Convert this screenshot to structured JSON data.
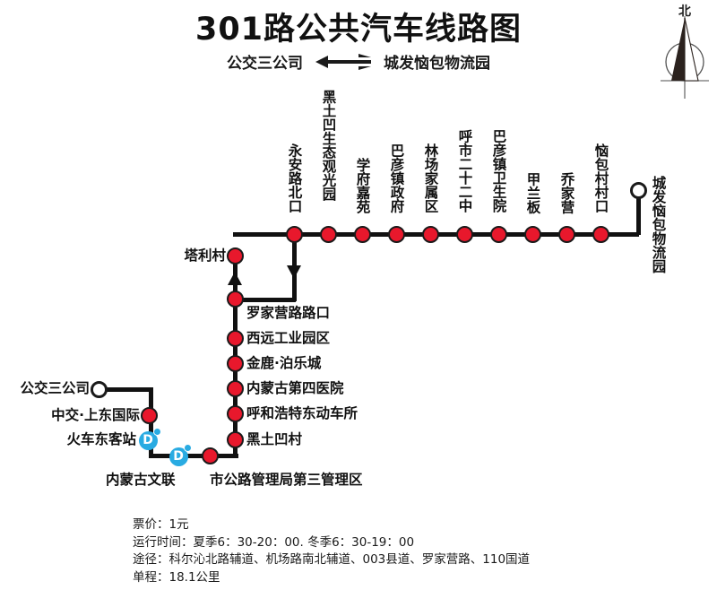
{
  "header": {
    "title": "301路公共汽车线路图",
    "origin": "公交三公司",
    "destination": "城发恼包物流园",
    "arrow_icon": "bidirectional-arrow-icon"
  },
  "compass": {
    "label": "北",
    "icon": "compass-north-icon"
  },
  "terminals": {
    "west": "公交三公司",
    "east": "城发恼包物流园"
  },
  "stops_west_branch": [
    {
      "name": "中交·上东国际",
      "type": "stop"
    },
    {
      "name": "火车东客站",
      "type": "metro-interchange",
      "icon": "metro-d-icon"
    },
    {
      "name": "内蒙古文联",
      "type": "metro-interchange",
      "icon": "metro-d-icon"
    },
    {
      "name": "市公路管理局第三管理区",
      "type": "stop"
    }
  ],
  "stops_vertical": [
    {
      "name": "黑土凹村"
    },
    {
      "name": "呼和浩特东动车所"
    },
    {
      "name": "内蒙古第四医院"
    },
    {
      "name": "金鹿·泊乐城"
    },
    {
      "name": "西远工业园区"
    },
    {
      "name": "罗家营路路口"
    },
    {
      "name": "塔利村"
    }
  ],
  "stops_top_line": [
    {
      "name": "永安路北口"
    },
    {
      "name": "黑土凹生态观光园"
    },
    {
      "name": "学府嘉苑"
    },
    {
      "name": "巴彦镇政府"
    },
    {
      "name": "林场家属区"
    },
    {
      "name": "呼市二十二中"
    },
    {
      "name": "巴彦镇卫生院"
    },
    {
      "name": "甲兰板"
    },
    {
      "name": "乔家营"
    },
    {
      "name": "恼包村村口"
    }
  ],
  "footer": {
    "fare": "票价：1元",
    "hours": "运行时间：夏季6：30-20：00. 冬季6：30-19：00",
    "via": "途径：科尔沁北路辅道、机场路南北辅道、003县道、罗家营路、110国道",
    "distance": "单程：18.1公里"
  },
  "colors": {
    "stop_red": "#e8182c",
    "line_black": "#111111",
    "metro_blue": "#29abe2"
  }
}
